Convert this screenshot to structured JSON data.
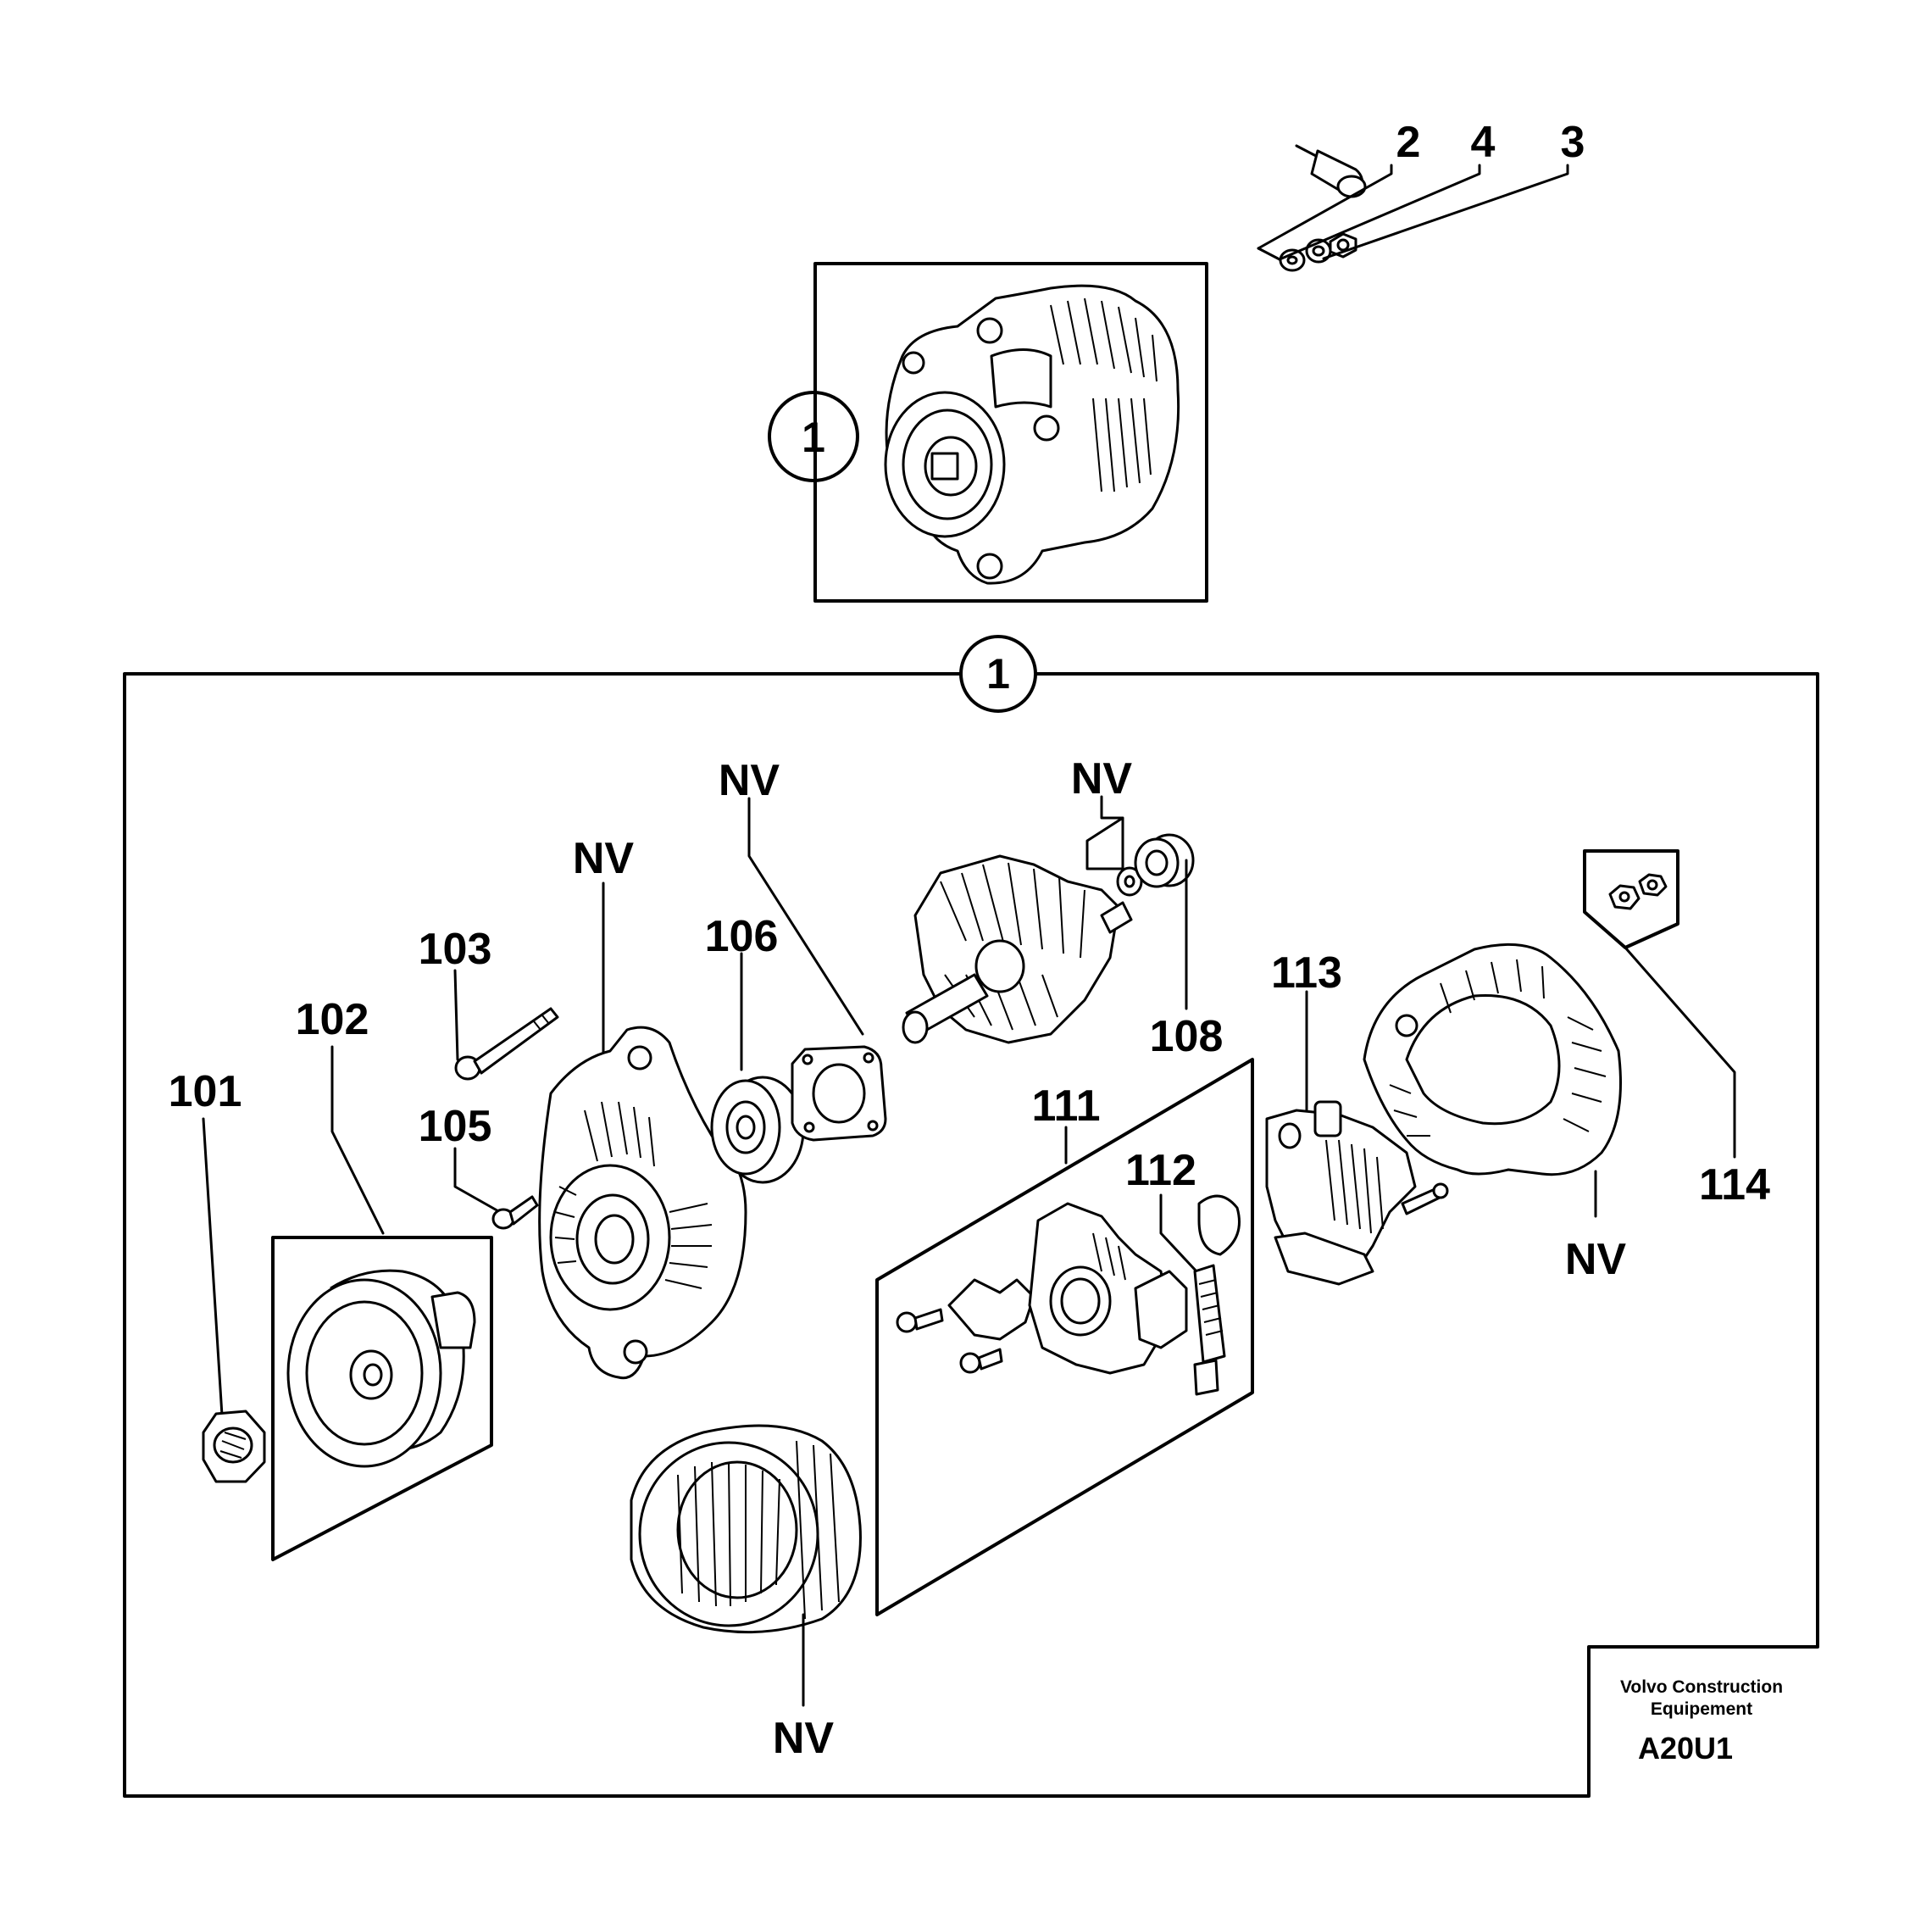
{
  "labels": {
    "top_assembly": "1",
    "frame_ref": "1",
    "p2": "2",
    "p3": "3",
    "p4": "4",
    "p101": "101",
    "p102": "102",
    "p103": "103",
    "p105": "105",
    "p106": "106",
    "p108": "108",
    "p111": "111",
    "p112": "112",
    "p113": "113",
    "p114": "114",
    "nv": "NV"
  },
  "footer": {
    "brand_line1": "Volvo Construction",
    "brand_line2": "Equipement",
    "code": "A20U1"
  }
}
